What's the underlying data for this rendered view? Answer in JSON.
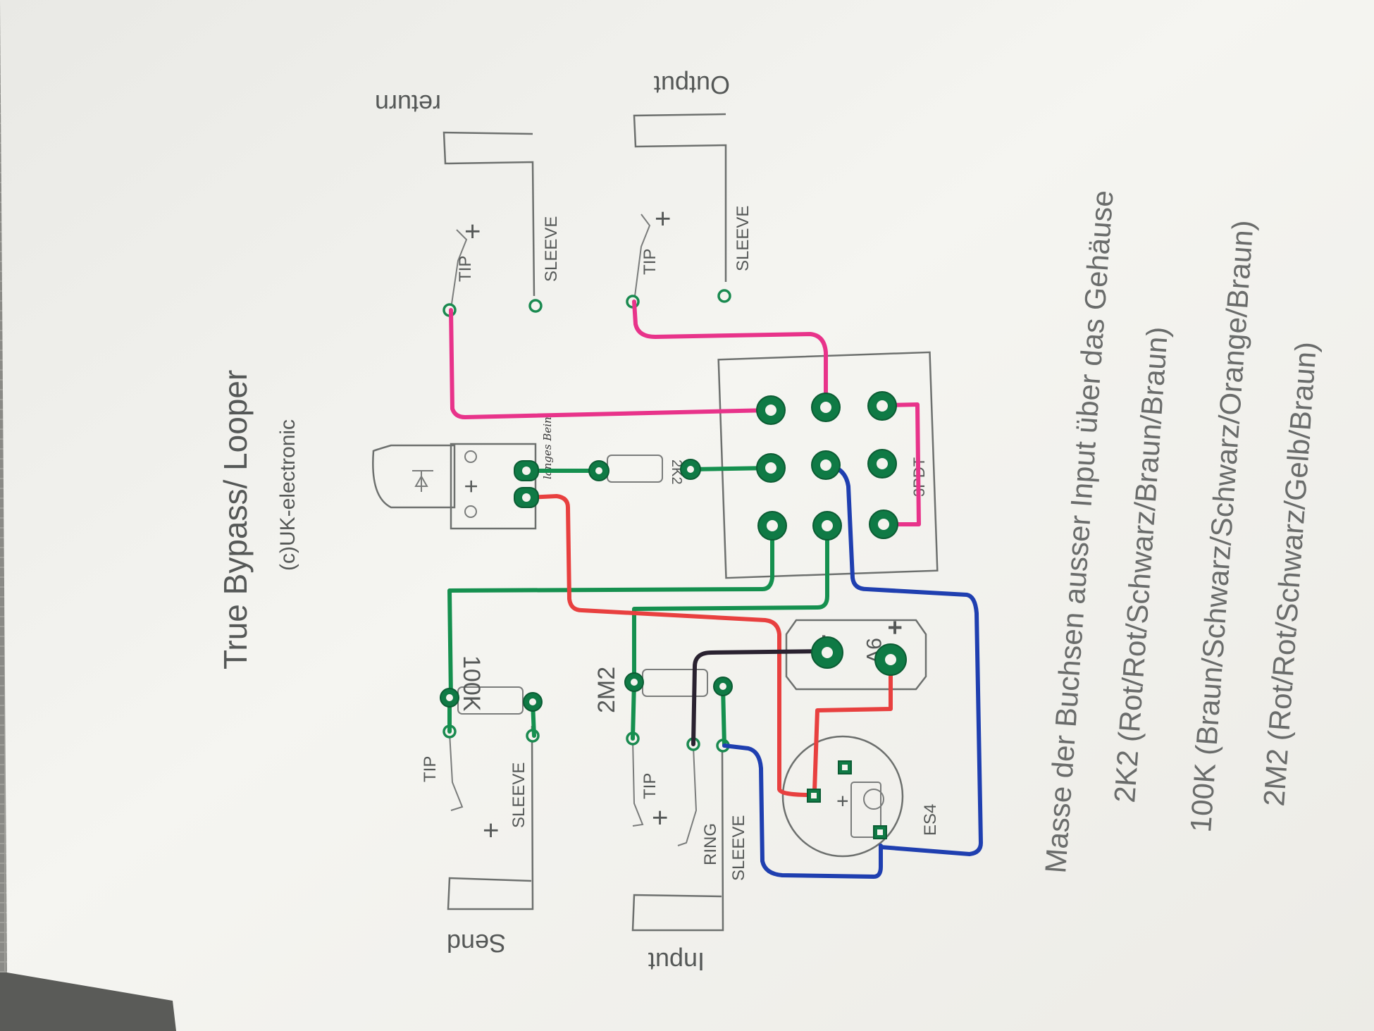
{
  "diagram": {
    "title": "True Bypass/ Looper",
    "subtitle": "(c)UK-electronic",
    "jacks": {
      "send": {
        "name": "Send",
        "tip": "TIP",
        "sleeve": "SLEEVE",
        "plus": "+"
      },
      "return": {
        "name": "return",
        "tip": "TIP",
        "sleeve": "SLEEVE",
        "plus": "+"
      },
      "input": {
        "name": "Input",
        "tip": "TIP",
        "ring": "RING",
        "sleeve": "SLEEVE",
        "plus": "+"
      },
      "output": {
        "name": "Output",
        "tip": "TIP",
        "sleeve": "SLEEVE",
        "plus": "+"
      }
    },
    "components": {
      "r_100k": "100K",
      "r_2m2": "2M2",
      "r_2k2": "2K2",
      "switch": "3PDT",
      "power": "9V",
      "power_minus": "-",
      "power_plus": "+",
      "socket": "ES4",
      "led_plus": "+",
      "led_note": "langes Bein"
    },
    "notes": {
      "ground": "Masse der Buchsen ausser Input über das Gehäuse",
      "c1": "2K2 (Rot/Rot/Schwarz/Braun/Braun)",
      "c2": "100K (Braun/Schwarz/Schwarz/Orange/Braun)",
      "c3": "2M2 (Rot/Rot/Schwarz/Gelb/Braun)"
    },
    "wire_colors": {
      "green": "#15904f",
      "red": "#e8403f",
      "magenta": "#e8338a",
      "blue": "#1f3fb0",
      "black": "#2a2230"
    }
  }
}
